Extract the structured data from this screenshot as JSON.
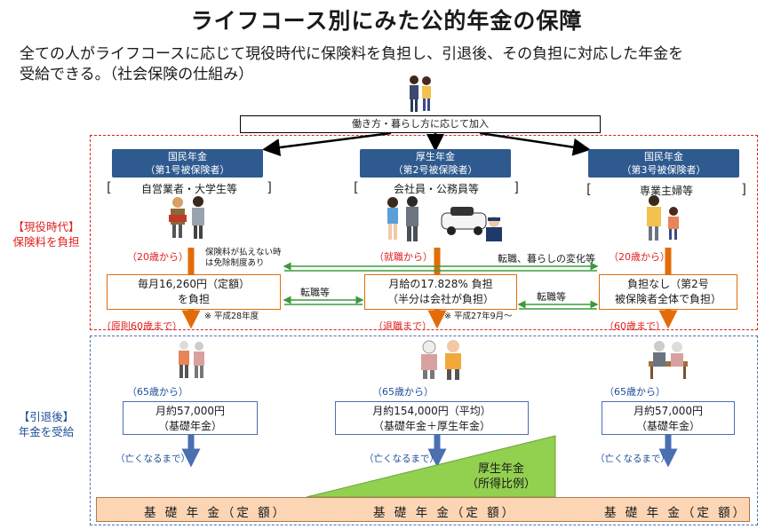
{
  "title": "ライフコース別にみた公的年金の保障",
  "lead": {
    "line1": "全ての人がライフコースに応じて現役時代に保険料を負担し、引退後、その負担に対応した年金を",
    "line2": "受給できる。（社会保険の仕組み）"
  },
  "top_box": "働き方・暮らし方に応じて加入",
  "side": {
    "working_1": "【現役時代】",
    "working_2": "保険料を負担",
    "retired_1": "【引退後】",
    "retired_2": "年金を受給"
  },
  "columns": [
    {
      "type_1": "国民年金",
      "type_2": "（第1号被保険者）",
      "category": "自営業者・大学生等",
      "start": "（20歳から）",
      "exempt_1": "保険料が払えない時",
      "exempt_2": "は免除制度あり",
      "burden_1": "毎月16,260円（定額）",
      "burden_2": "を負担",
      "burden_note": "※ 平成28年度",
      "end": "（原則60歳まで）",
      "pension_start": "（65歳から）",
      "pension_1": "月約57,000円",
      "pension_2": "（基礎年金）",
      "until": "（亡くなるまで）"
    },
    {
      "type_1": "厚生年金",
      "type_2": "（第2号被保険者）",
      "category": "会社員・公務員等",
      "start": "（就職から）",
      "burden_1": "月給の17.828% 負担",
      "burden_2": "（半分は会社が負担）",
      "burden_note": "※ 平成27年9月～",
      "end": "（退職まで）",
      "pension_start": "（65歳から）",
      "pension_1": "月約154,000円（平均）",
      "pension_2": "（基礎年金＋厚生年金）",
      "until": "（亡くなるまで）"
    },
    {
      "type_1": "国民年金",
      "type_2": "（第3号被保険者）",
      "category": "専業主婦等",
      "start": "（20歳から）",
      "burden_1": "負担なし（第2号",
      "burden_2": "被保険者全体で負担）",
      "end": "（60歳まで）",
      "pension_start": "（65歳から）",
      "pension_1": "月約57,000円",
      "pension_2": "（基礎年金）",
      "until": "（亡くなるまで）"
    }
  ],
  "transfers": {
    "lifestyle": "転職、暮らしの変化等",
    "job_change_a": "転職等",
    "job_change_b": "転職等"
  },
  "employee_pension": {
    "line1": "厚生年金",
    "line2": "（所得比例）"
  },
  "basic_pension": "基 礎 年 金（定 額）",
  "colors": {
    "navy_box": "#2f5a8f",
    "red": "#e02020",
    "orange": "#e36c09",
    "green_fill": "#92d050",
    "blue_arrow": "#4a70b0",
    "bar_fill": "#fcd5b4"
  }
}
